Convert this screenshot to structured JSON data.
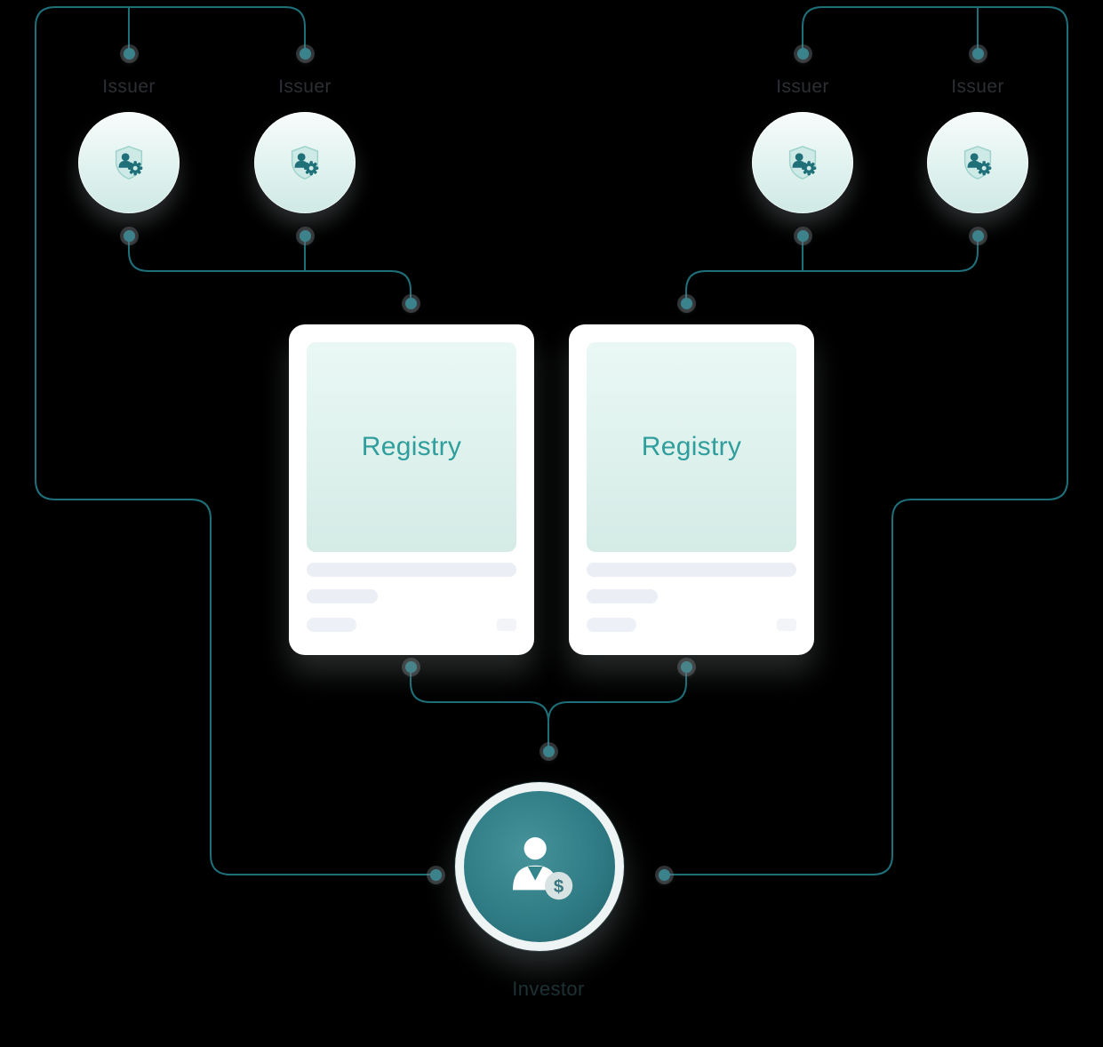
{
  "colors": {
    "background": "#000000",
    "line": "#1e6f79",
    "teal_text": "#2f9e9c",
    "node_teal_dark": "#20707a",
    "dot": "#3b838c"
  },
  "nodes": {
    "issuers": [
      {
        "label": "Issuer"
      },
      {
        "label": "Issuer"
      },
      {
        "label": "Issuer"
      },
      {
        "label": "Issuer"
      }
    ],
    "registries": [
      {
        "title": "Registry"
      },
      {
        "title": "Registry"
      }
    ],
    "investor": {
      "label": "Investor"
    }
  },
  "icons": {
    "issuer": "shield-user-gear-icon",
    "investor": "businessman-dollar-icon",
    "dollar_symbol": "$"
  }
}
